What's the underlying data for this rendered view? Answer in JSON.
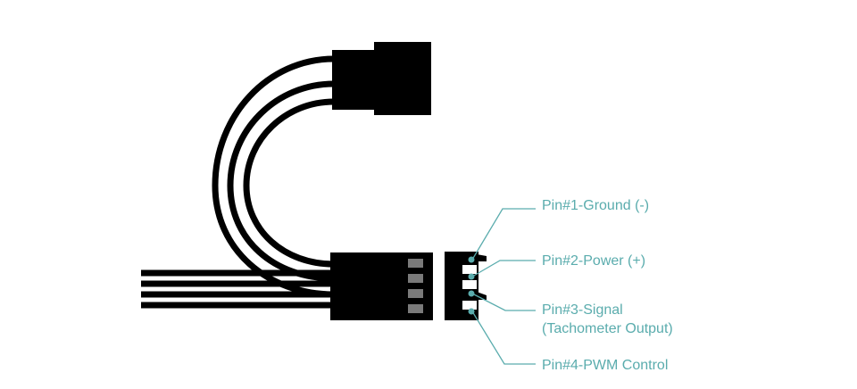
{
  "colors": {
    "cable": "#000000",
    "pin_slot": "#7a7a7a",
    "accent": "#5aacad",
    "background": "#ffffff"
  },
  "pins": [
    {
      "label": "Pin#1-Ground (-)"
    },
    {
      "label": "Pin#2-Power (+)"
    },
    {
      "label": "Pin#3-Signal",
      "label_line2": "(Tachometer Output)"
    },
    {
      "label": "Pin#4-PWM Control"
    }
  ]
}
